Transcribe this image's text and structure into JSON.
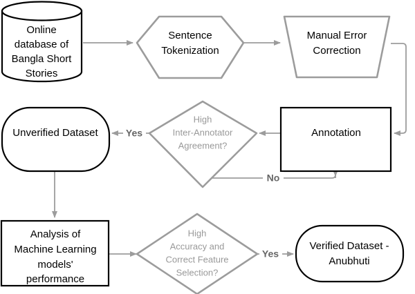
{
  "diagram": {
    "title": "Bangla Short Stories Dataset Creation Flowchart",
    "colors": {
      "black_stroke": "#000000",
      "gray_stroke": "#9c9c9c",
      "gray_text": "#999999",
      "edge_label_text": "#666666",
      "background": "#ffffff"
    },
    "nodes": [
      {
        "id": "online-database",
        "shape": "cylinder",
        "style": "black",
        "lines": [
          "Online",
          "database of",
          "Bangla Short",
          "Stories"
        ]
      },
      {
        "id": "sentence-tokenization",
        "shape": "hexagon",
        "style": "gray",
        "lines": [
          "Sentence",
          "Tokenization"
        ]
      },
      {
        "id": "manual-error-correction",
        "shape": "trapezoid",
        "style": "gray",
        "lines": [
          "Manual Error",
          "Correction"
        ]
      },
      {
        "id": "unverified-dataset",
        "shape": "stadium",
        "style": "black",
        "lines": [
          "Unverified Dataset"
        ]
      },
      {
        "id": "inter-annotator-decision",
        "shape": "diamond",
        "style": "gray",
        "lines": [
          "High",
          "Inter-Annotator",
          "Agreement?"
        ]
      },
      {
        "id": "annotation",
        "shape": "rectangle",
        "style": "black",
        "lines": [
          "Annotation"
        ]
      },
      {
        "id": "ml-analysis",
        "shape": "rectangle",
        "style": "black",
        "lines": [
          "Analysis of",
          "Machine Learning",
          "models'",
          "performance"
        ]
      },
      {
        "id": "accuracy-decision",
        "shape": "diamond",
        "style": "gray",
        "lines": [
          "High",
          "Accuracy and",
          "Correct Feature",
          "Selection?"
        ]
      },
      {
        "id": "verified-dataset",
        "shape": "stadium",
        "style": "black",
        "lines": [
          "Verified Dataset -",
          "Anubhuti"
        ]
      }
    ],
    "edge_labels": {
      "yes_inter_annotator": "Yes",
      "no_inter_annotator": "No",
      "yes_accuracy": "Yes"
    }
  }
}
